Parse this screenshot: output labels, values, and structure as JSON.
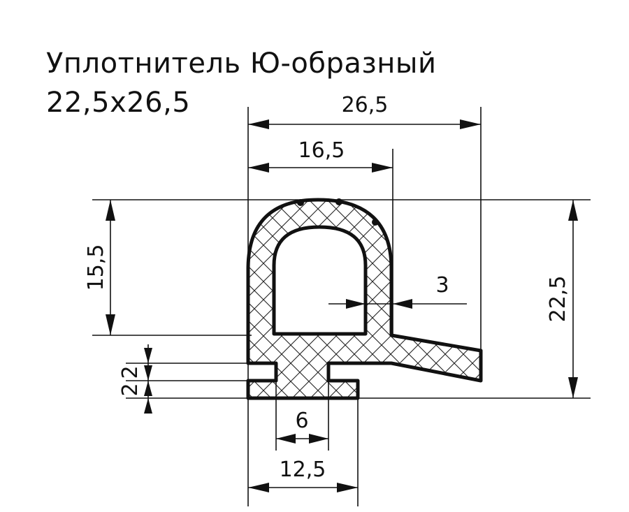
{
  "title": {
    "line1": "Уплотнитель Ю-образный",
    "line2": "22,5x26,5"
  },
  "dimensions": {
    "total_width": "26,5",
    "head_width": "16,5",
    "head_height": "15,5",
    "total_height": "22,5",
    "wall_thickness": "3",
    "step_upper": "2",
    "step_lower": "2",
    "slot_width": "6",
    "base_width": "12,5"
  }
}
